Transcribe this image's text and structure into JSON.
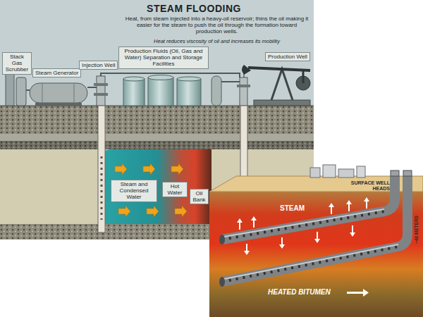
{
  "diagram": {
    "title": "STEAM FLOODING",
    "caption": "Heat, from steam injected into a heavy-oil reservoir; thins the oil making it easier for the steam to push the oil through the formation toward production wells.",
    "labels": [
      "Heat reduces viscosity of oil and increases its mobility",
      "Stack Gas Scrubber",
      "Steam Generator",
      "Injection Well",
      "Production Fluids (Oil, Gas and Water) Separation and Storage Facilities",
      "Production Well",
      "Steam and Condensed Water",
      "Hot Water",
      "Oil Bank",
      "STEAM",
      "HEATED BITUMEN",
      "SURFACE WELL HEADS",
      "~40 METERS"
    ]
  }
}
